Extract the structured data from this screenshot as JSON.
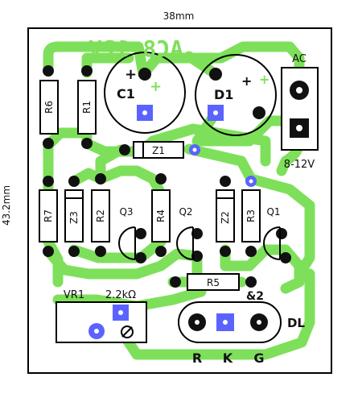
{
  "dimensions": {
    "width": "38mm",
    "height": "43.2mm"
  },
  "mirrored_title": "AC8-12V",
  "colors": {
    "track": "#7ee05a",
    "via": "#5a63ff",
    "outline": "#000000",
    "pad": "#000000"
  },
  "components": {
    "c1": "C1",
    "d1": "D1",
    "r6": "R6",
    "r1": "R1",
    "z1": "Z1",
    "r7": "R7",
    "z3": "Z3",
    "r2": "R2",
    "q3": "Q3",
    "r4": "R4",
    "q2": "Q2",
    "z2": "Z2",
    "r3": "R3",
    "q1": "Q1",
    "r5": "R5",
    "vr1": "VR1",
    "vr1_value": "2.2kΩ",
    "q2_label": "&2",
    "dl": "DL"
  },
  "connector": {
    "label": "AC",
    "voltage": "8-12V"
  },
  "pins": [
    "R",
    "K",
    "G"
  ],
  "polarity": {
    "plus": "+"
  }
}
